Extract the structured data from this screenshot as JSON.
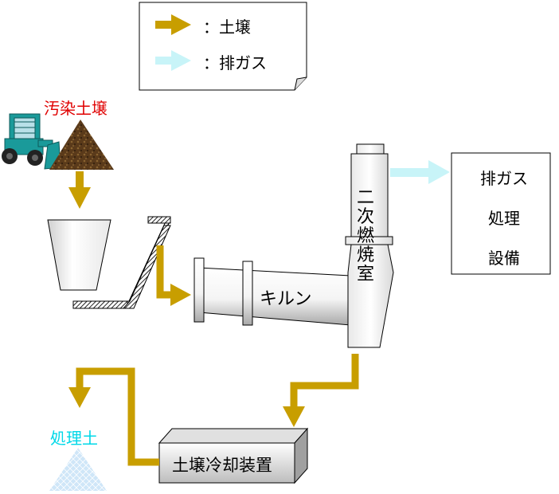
{
  "legend": {
    "soil_label": "：土壌",
    "gas_label": "：排ガス"
  },
  "labels": {
    "contaminated_soil": "汚染土壌",
    "kiln": "キルン",
    "secondary_combustion_chars": [
      "二",
      "次",
      "燃",
      "焼",
      "室"
    ],
    "exhaust_gas_treatment_lines": [
      "排ガス",
      "処理",
      "設備"
    ],
    "soil_cooling_device": "土壌冷却装置",
    "treated_soil": "処理土"
  },
  "colors": {
    "soil_flow": "#c89e00",
    "gas_flow": "#c8f4f8",
    "contaminated_label": "#e00000",
    "treated_label": "#00d8e8",
    "loader_body": "#1a9a9a"
  }
}
